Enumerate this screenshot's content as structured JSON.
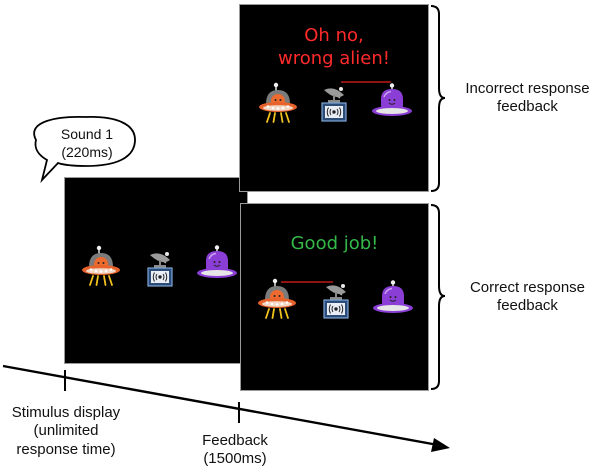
{
  "speech_bubble": {
    "line1": "Sound 1",
    "line2": "(220ms)"
  },
  "incorrect_screen": {
    "message_line1": "Oh no,",
    "message_line2": "wrong alien!",
    "message_color": "#ff2a2a"
  },
  "correct_screen": {
    "message": "Good job!",
    "message_color": "#35b84a"
  },
  "feedback_labels": {
    "incorrect": {
      "line1": "Incorrect response",
      "line2": "feedback"
    },
    "correct": {
      "line1": "Correct response",
      "line2": "feedback"
    }
  },
  "timeline": {
    "stimulus": {
      "line1": "Stimulus display",
      "line2": "(unlimited",
      "line3": "response time)"
    },
    "feedback": {
      "line1": "Feedback",
      "line2": "(1500ms)"
    }
  },
  "icons": [
    "orange-alien-ufo-icon",
    "radio-antenna-icon",
    "purple-alien-ufo-icon"
  ],
  "colors": {
    "orange_alien": "#e8632c",
    "purple_alien": "#8a3ed6",
    "connector_line": "#e02020"
  }
}
